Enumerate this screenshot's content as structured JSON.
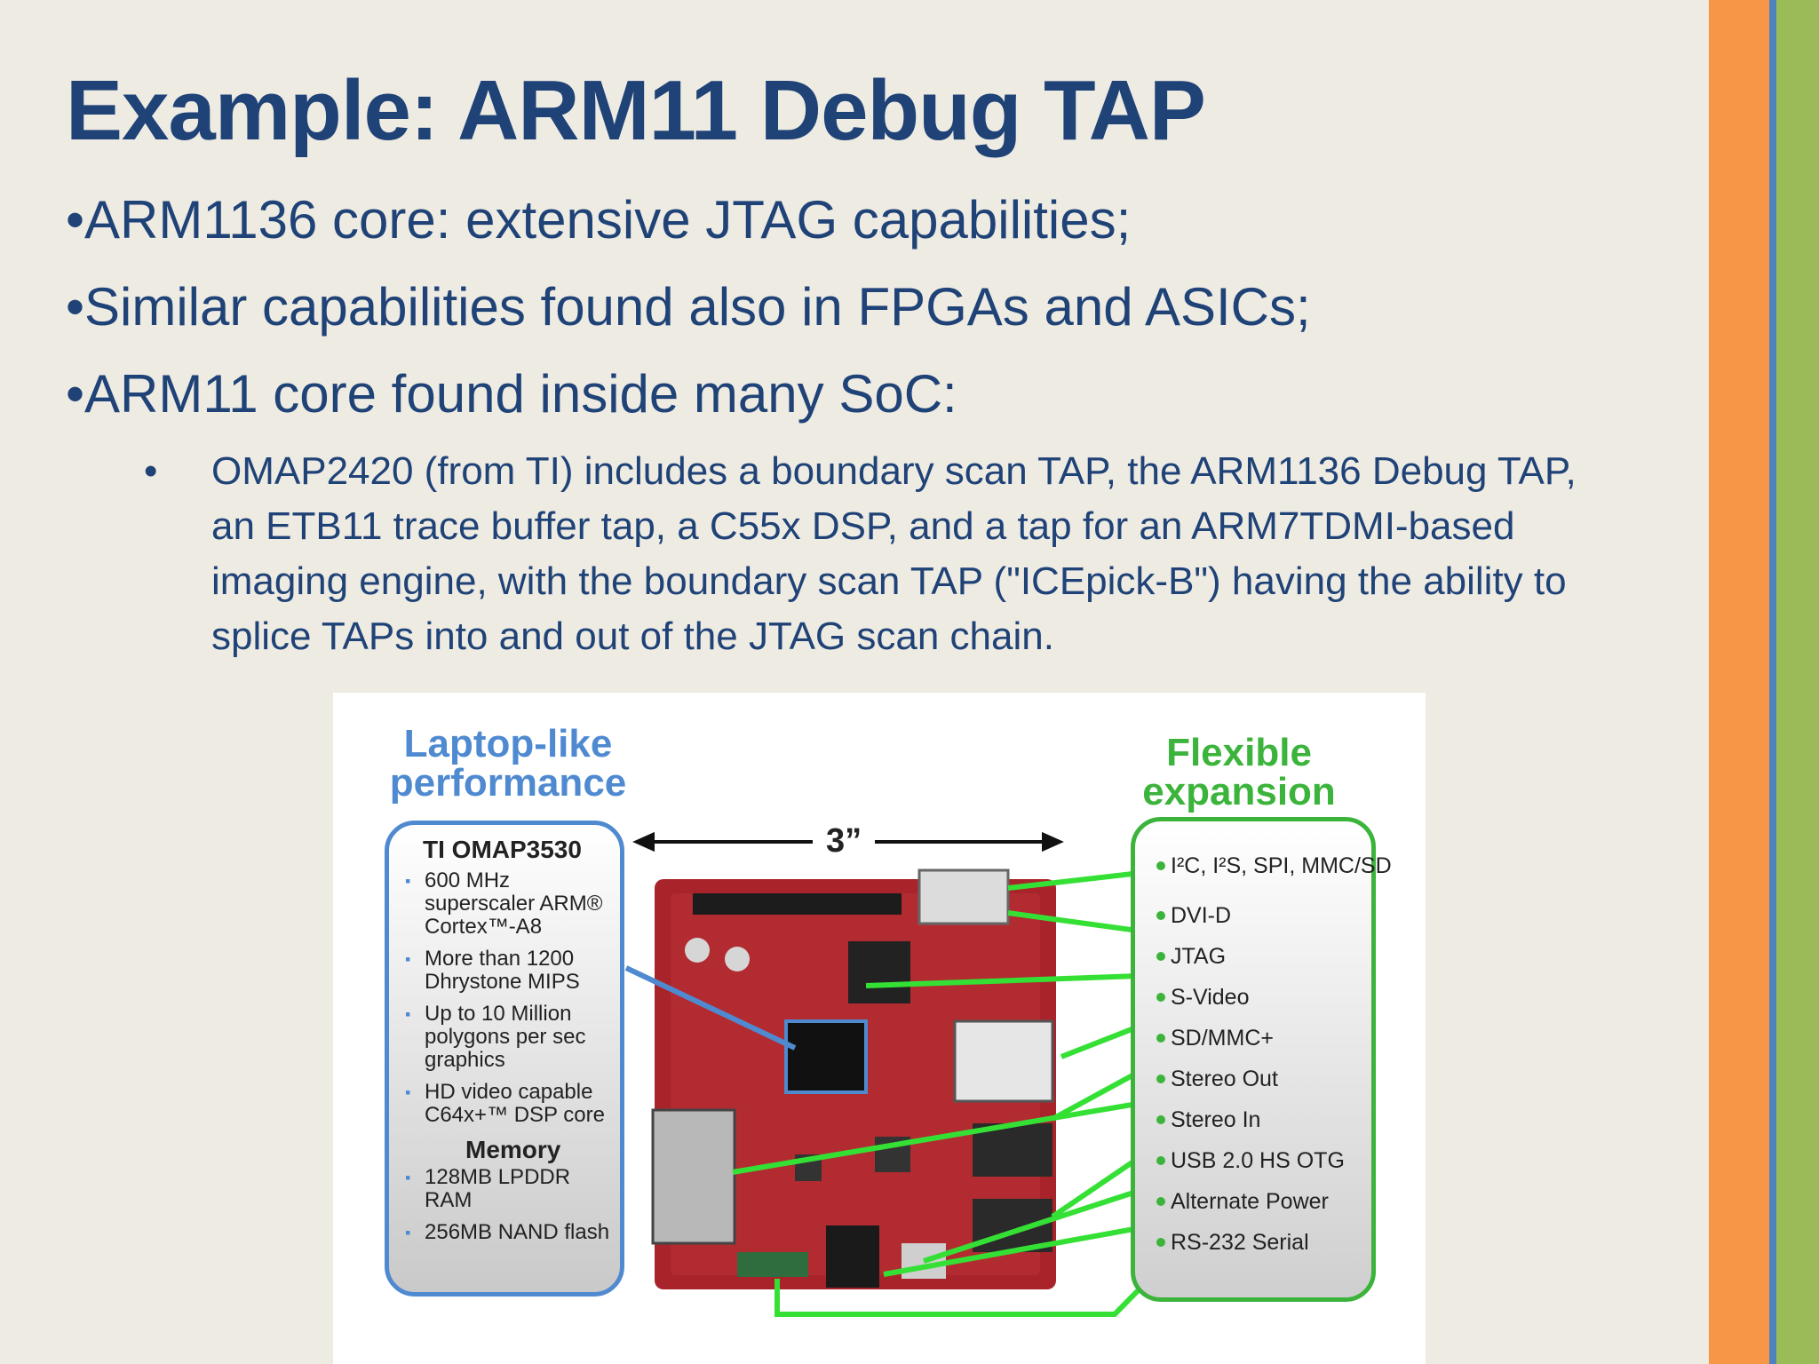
{
  "slide": {
    "title": "Example: ARM11 Debug TAP",
    "bullets": [
      "•ARM1136 core: extensive JTAG capabilities;",
      "•Similar capabilities found also in FPGAs and ASICs;",
      "•ARM11 core found inside many SoC:"
    ],
    "sub_bullet_marker": "•",
    "sub_bullet": "OMAP2420 (from TI) includes a boundary scan TAP, the ARM1136 Debug TAP, an ETB11 trace buffer tap, a C55x DSP, and a tap for an ARM7TDMI-based imaging engine, with the boundary scan TAP (\"ICEpick-B\") having the ability to splice TAPs into and out of the JTAG scan chain."
  },
  "colors": {
    "background": "#eeebe3",
    "title": "#1f4277",
    "accent_orange": "#f79646",
    "accent_blue": "#4f81bd",
    "accent_green": "#9bbb59",
    "figure_blue": "#4f8ad1",
    "figure_green": "#3cb43c",
    "board_red": "#a9242a"
  },
  "figure": {
    "left_heading": "Laptop-like performance",
    "right_heading": "Flexible expansion",
    "size_label": "3”",
    "processor_title": "TI OMAP3530",
    "specs": [
      "600 MHz superscaler ARM® Cortex™-A8",
      "More than 1200 Dhrystone MIPS",
      "Up to 10 Million polygons per sec graphics",
      "HD video capable C64x+™ DSP core"
    ],
    "memory_title": "Memory",
    "memory": [
      "128MB LPDDR RAM",
      "256MB NAND flash"
    ],
    "ports": [
      "I²C, I²S, SPI, MMC/SD",
      "DVI-D",
      "JTAG",
      "S-Video",
      "SD/MMC+",
      "Stereo Out",
      "Stereo In",
      "USB 2.0 HS OTG",
      "Alternate Power",
      "RS-232 Serial"
    ]
  }
}
